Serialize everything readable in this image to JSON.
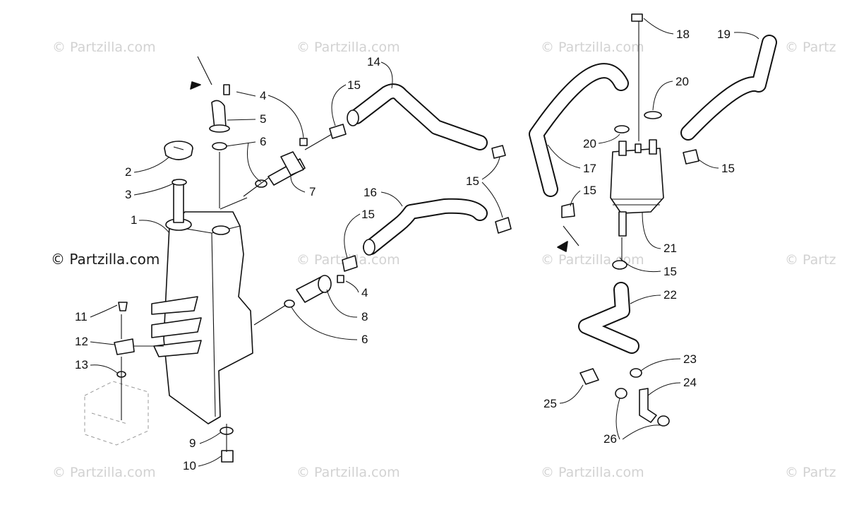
{
  "watermark": {
    "text": "© Partzilla.com",
    "main_text": "© Partzilla.com",
    "partial_text": "© Partz"
  },
  "callouts": [
    "1",
    "2",
    "3",
    "4",
    "5",
    "6",
    "7",
    "14",
    "15",
    "16",
    "17",
    "19",
    "20",
    "21",
    "22",
    "23",
    "24",
    "25",
    "26",
    "4",
    "8",
    "6",
    "9",
    "10",
    "11",
    "12",
    "13",
    "15",
    "15",
    "15",
    "18",
    "20",
    "15",
    "15"
  ],
  "labels": {
    "c1": "1",
    "c2": "2",
    "c3": "3",
    "c4a": "4",
    "c5": "5",
    "c6a": "6",
    "c7": "7",
    "c14": "14",
    "c15a": "15",
    "c16": "16",
    "c15b": "15",
    "c15c": "15",
    "c4b": "4",
    "c8": "8",
    "c6b": "6",
    "c9": "9",
    "c10": "10",
    "c11": "11",
    "c12": "12",
    "c13": "13",
    "c18": "18",
    "c19": "19",
    "c20a": "20",
    "c20b": "20",
    "c15d": "15",
    "c17": "17",
    "c15e": "15",
    "c21": "21",
    "c15f": "15",
    "c22": "22",
    "c23": "23",
    "c24": "24",
    "c25": "25",
    "c26": "26"
  },
  "colors": {
    "line": "#111111",
    "watermark": "#d2d2d2",
    "background": "#ffffff"
  }
}
